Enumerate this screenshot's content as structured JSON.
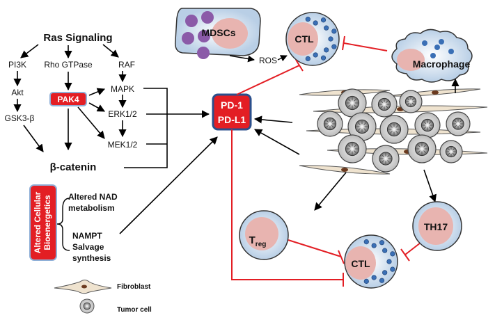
{
  "pathway": {
    "ras": "Ras Signaling",
    "pi3k": "PI3K",
    "rho": "Rho GTPase",
    "raf": "RAF",
    "akt": "Akt",
    "pak4": "PAK4",
    "mapk": "MAPK",
    "gsk": "GSK3-β",
    "erk": "ERK1/2",
    "mek": "MEK1/2",
    "beta_catenin": "β-catenin"
  },
  "bioenergetics": {
    "box": "Altered Cellular Bioenergetics",
    "nad_line1": "Altered NAD",
    "nad_line2": "metabolism",
    "nampt_line1": "NAMPT",
    "nampt_line2": "Salvage",
    "nampt_line3": "synthesis"
  },
  "checkpoint": {
    "pd1": "PD-1",
    "pdl1": "PD-L1"
  },
  "immune": {
    "mdscs": "MDSCs",
    "ros": "ROS",
    "ctl_top": "CTL",
    "macrophage": "Macrophage",
    "treg_main": "T",
    "treg_sub": "reg",
    "th17": "TH17",
    "ctl_bottom": "CTL"
  },
  "legend": {
    "fibroblast": "Fibroblast",
    "tumor_cell": "Tumor cell"
  },
  "colors": {
    "accent_red": "#e31e24",
    "cell_pink": "#e8b4b0",
    "blue_dot": "#3a6fb5",
    "purple": "#8b5aa8",
    "fibroblast": "#efe3cf"
  }
}
